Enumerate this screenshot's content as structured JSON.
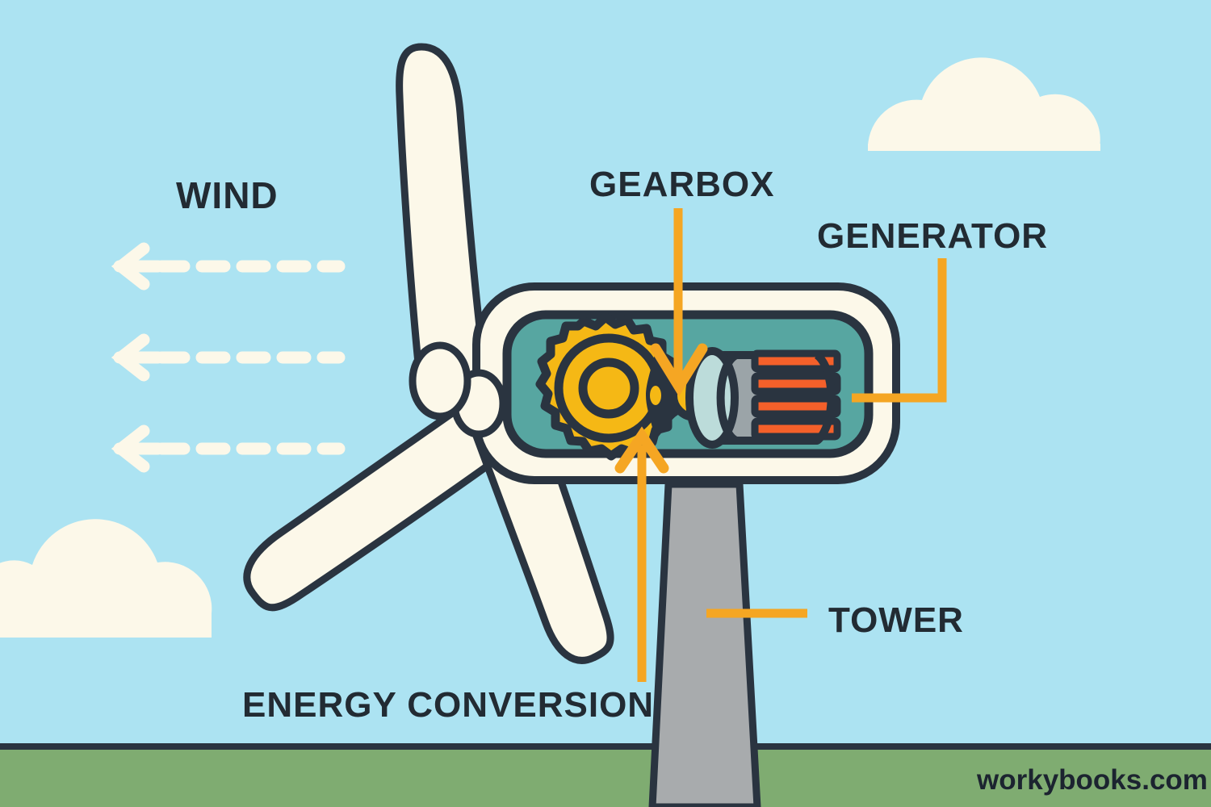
{
  "scene": {
    "title": "Wind Turbine Cutaway Diagram",
    "sky_color": "#ACE3F2",
    "ground_color": "#7FAC71",
    "outline_color": "#2A3440",
    "cream_color": "#FCF8E9",
    "leader_color": "#F5A623",
    "nacelle_inner_color": "#57A6A1",
    "gear_color": "#F5B815",
    "generator_coil_color": "#F4602A",
    "tower_color": "#A8ABAD"
  },
  "labels": {
    "wind": "WIND",
    "gearbox": "GEARBOX",
    "generator": "GENERATOR",
    "energy_conversion": "ENERGY CONVERSION",
    "tower": "TOWER"
  },
  "watermark": {
    "text": "workybooks.com"
  },
  "parts": {
    "blades": "turbine-blades",
    "hub": "rotor-hub",
    "nacelle": "nacelle-housing",
    "gear": "gearbox-gear",
    "coupling": "drive-shaft-coupling",
    "generator": "generator-body",
    "tower": "support-tower",
    "clouds": 2,
    "wind_arrows": 3
  }
}
